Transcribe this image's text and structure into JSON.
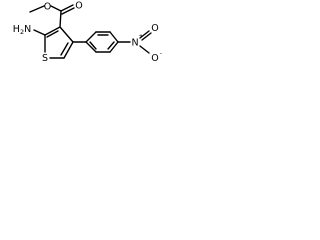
{
  "structure": {
    "atoms": {
      "methoxy_o": "O",
      "methyl": "",
      "carbonyl_o": "O",
      "amine": "H2N",
      "thiophene_s": "S",
      "nitro_n": "N",
      "nitro_n_charge": "+",
      "nitro_o1": "O",
      "nitro_o2": "O",
      "nitro_o2_charge": "-"
    },
    "colors": {
      "bond": "#000000",
      "label": "#000000",
      "background": "#ffffff"
    }
  }
}
